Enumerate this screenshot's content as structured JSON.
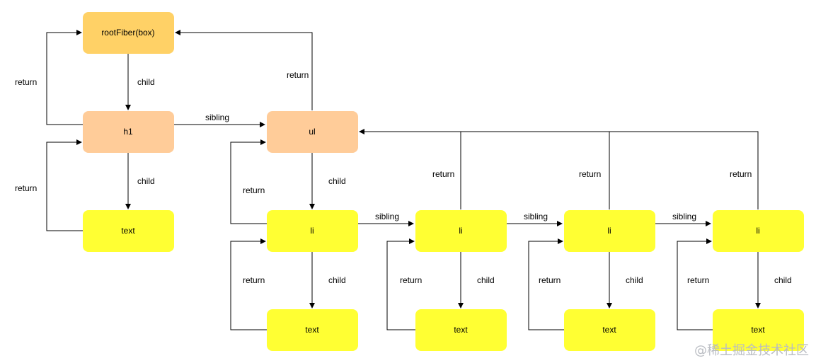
{
  "colors": {
    "root": "#FFD166",
    "h1": "#FFCC99",
    "ul": "#FFCC99",
    "li": "#FFFF33",
    "text": "#FFFF33",
    "edge": "#000000"
  },
  "nodes": {
    "root": "rootFiber(box)",
    "h1": "h1",
    "ul": "ul",
    "h1_text": "text",
    "li1": "li",
    "li2": "li",
    "li3": "li",
    "li4": "li",
    "li1_text": "text",
    "li2_text": "text",
    "li3_text": "text",
    "li4_text": "text"
  },
  "labels": {
    "return": "return",
    "child": "child",
    "sibling": "sibling"
  },
  "watermark": "@稀土掘金技术社区"
}
